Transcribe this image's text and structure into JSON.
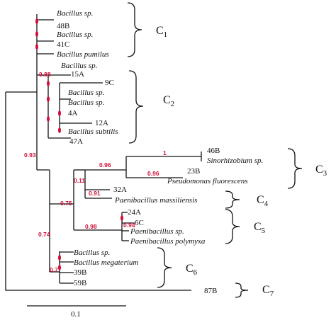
{
  "bootstrap": {
    "b088": "0.88",
    "b093": "0.93",
    "b1": "1",
    "b096a": "0.96",
    "b096b": "0.96",
    "b011": "0.11",
    "b091": "0.91",
    "b075": "0.75",
    "b098": "0.98",
    "b094": "0.94",
    "b074": "0.74",
    "b07": "0.7"
  },
  "leaves": {
    "c1_l1": "Bacillus sp.",
    "c1_l2": "48B",
    "c1_l3": "Bacillus sp.",
    "c1_l4": "41C",
    "c1_l5": "Bacillus pumilus",
    "c2_l1": "Bacillus sp.",
    "c2_l2": "15A",
    "c2_l3": "9C",
    "c2_l4": "Bacillus sp.",
    "c2_l5": "Bacillus sp.",
    "c2_l6": "4A",
    "c2_l7": "12A",
    "c2_l8": "Bacillus subtilis",
    "c2_l9": "47A",
    "c3_l1": "46B",
    "c3_l2": "Sinorhizobium sp.",
    "c3_l3": "23B",
    "c3_l4": "Pseudomonas fluorescens",
    "c4_l1": "32A",
    "c4_l2": "Paenibacillus massiliensis",
    "c5_l1": "24A",
    "c5_l2": "6C",
    "c5_l3": "Paenibacillus sp.",
    "c5_l4": "Paenibacillus polymyxa",
    "c6_l1": "Bacillus sp.",
    "c6_l2": "Bacillus megaterium",
    "c6_l3": "39B",
    "c6_l4": "59B",
    "c7_l1": "87B"
  },
  "clusters": [
    {
      "letter": "C",
      "num": "1"
    },
    {
      "letter": "C",
      "num": "2"
    },
    {
      "letter": "C",
      "num": "3"
    },
    {
      "letter": "C",
      "num": "4"
    },
    {
      "letter": "C",
      "num": "5"
    },
    {
      "letter": "C",
      "num": "6"
    },
    {
      "letter": "C",
      "num": "7"
    }
  ],
  "scale": {
    "label": "0.1"
  },
  "colors": {
    "bootstrap": "#d0103a",
    "lines": "#111111"
  }
}
